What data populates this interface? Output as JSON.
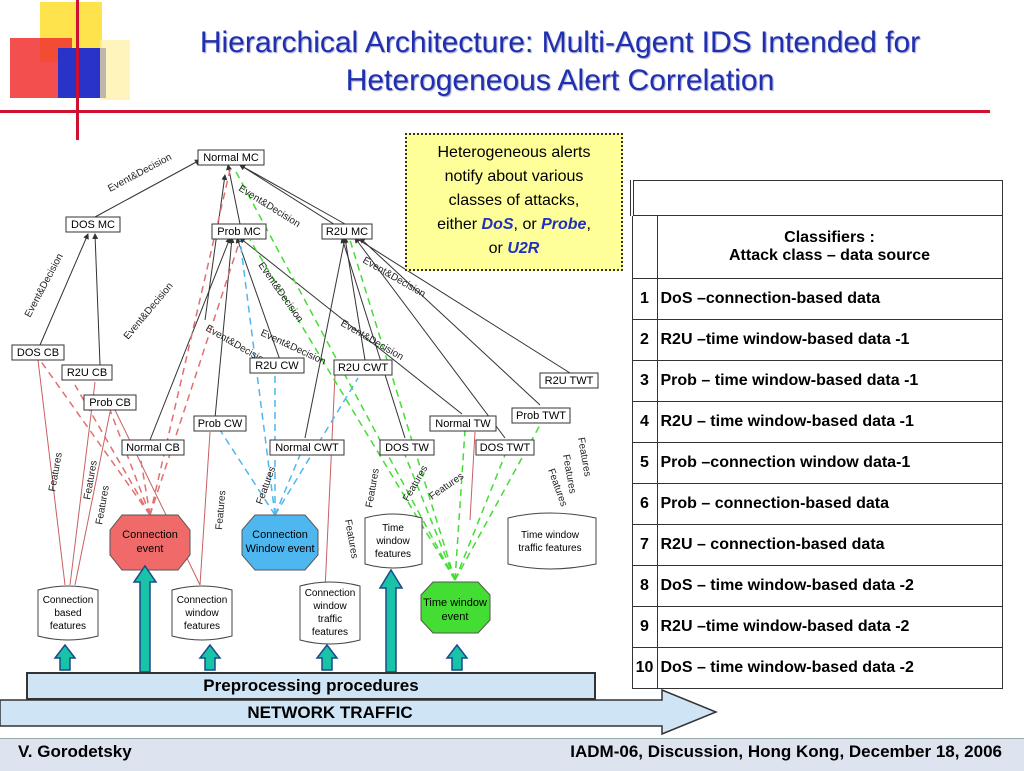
{
  "slide": {
    "title_line1": "Hierarchical Architecture: Multi-Agent IDS Intended for",
    "title_line2": "Heterogeneous Alert Correlation",
    "footer_left": "V. Gorodetsky",
    "footer_right": "IADM-06, Discussion, Hong Kong, December 18, 2006"
  },
  "callout": {
    "line1": "Heterogeneous alerts",
    "line2": "notify about various",
    "line3": "classes of attacks,",
    "either": "either ",
    "dos": "DoS",
    "sep": ", or ",
    "probe": "Probe",
    "comma": ",",
    "or": "or ",
    "u2r": "U2R"
  },
  "table": {
    "header_line1": "Classifiers :",
    "header_line2": "Attack class – data source",
    "rows": [
      {
        "n": "1",
        "text": "DoS –connection-based data"
      },
      {
        "n": "2",
        "text": "R2U –time window-based data -1"
      },
      {
        "n": "3",
        "text": "Prob – time window-based data -1"
      },
      {
        "n": "4",
        "text": "R2U – time window-based data -1"
      },
      {
        "n": "5",
        "text": "Prob –connection window data-1"
      },
      {
        "n": "6",
        "text": "Prob – connection-based data"
      },
      {
        "n": "7",
        "text": "R2U – connection-based data"
      },
      {
        "n": "8",
        "text": "DoS – time window-based data -2"
      },
      {
        "n": "9",
        "text": "R2U –time window-based data -2"
      },
      {
        "n": "10",
        "text": "DoS – time window-based data -2"
      }
    ]
  },
  "diagram": {
    "meta": {
      "normal_mc": "Normal MC",
      "dos_mc": "DOS MC",
      "prob_mc": "Prob MC",
      "r2u_mc": "R2U MC"
    },
    "base": {
      "dos_cb": "DOS CB",
      "r2u_cb": "R2U CB",
      "prob_cb": "Prob CB",
      "normal_cb": "Normal CB",
      "prob_cw": "Prob CW",
      "r2u_cw": "R2U CW",
      "normal_cwt": "Normal CWT",
      "r2u_cwt": "R2U CWT",
      "dos_tw": "DOS TW",
      "normal_tw": "Normal TW",
      "dos_twt": "DOS TWT",
      "prob_twt": "Prob TWT",
      "r2u_twt": "R2U TWT"
    },
    "events": {
      "connection_event": [
        "Connection",
        "event"
      ],
      "connection_window_event": [
        "Connection",
        "Window event"
      ],
      "time_window_event": [
        "Time window",
        "event"
      ]
    },
    "features": {
      "connection_based": [
        "Connection",
        "based",
        "features"
      ],
      "connection_window": [
        "Connection",
        "window",
        "features"
      ],
      "connection_window_traffic": [
        "Connection",
        "window",
        "traffic",
        "features"
      ],
      "time_window": [
        "Time",
        "window",
        "features"
      ],
      "time_window_traffic": [
        "Time window",
        "traffic features"
      ]
    },
    "edge_labels": {
      "event_decision": "Event&Decision",
      "features": "Features"
    },
    "colors": {
      "connection_event": "#f06a6a",
      "connection_window_event": "#4fb7ef",
      "time_window_event": "#44dd33",
      "arrow_fill": "#19c3a8",
      "title": "#1f2fb0",
      "accent_red": "#d01030"
    }
  },
  "bottom": {
    "preprocessing": "Preprocessing procedures",
    "network": "NETWORK TRAFFIC"
  }
}
